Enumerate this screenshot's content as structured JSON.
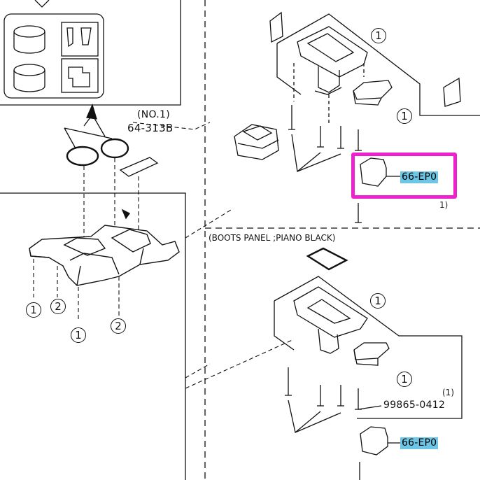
{
  "labels": {
    "no1": "(NO.1)",
    "part_64313b": "64-313B",
    "boots_panel": "(BOOTS PANEL ;PIANO BLACK)",
    "note_1": "(1)",
    "bolt_99865": "99865-0412",
    "switch_top": "66-EP0",
    "switch_bottom": "66-EP0",
    "small_paren": "1)"
  },
  "callouts": {
    "c1": "1",
    "c2": "1",
    "c3": "1",
    "c4": "2",
    "c5": "1",
    "c6": "2",
    "c7": "1",
    "c8": "1"
  },
  "colors": {
    "highlight": "#ee22cc",
    "partno_bg": "#6ec6e6",
    "line": "#111111"
  }
}
